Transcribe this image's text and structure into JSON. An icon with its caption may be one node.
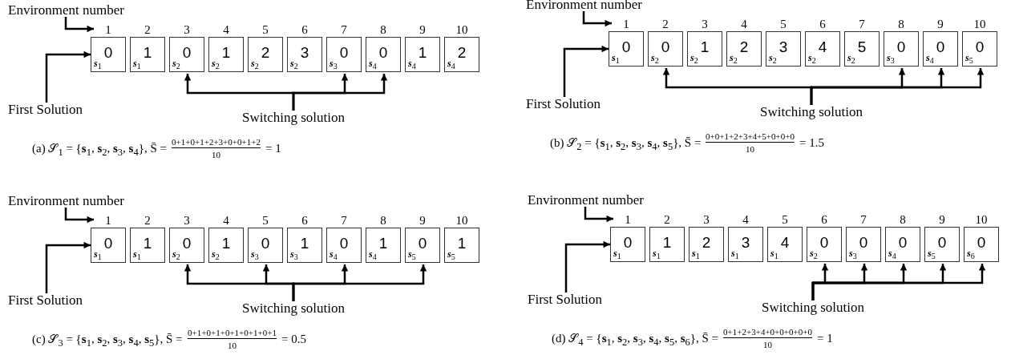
{
  "diagram": {
    "nodes": [
      {
        "text": [
          "Environment number"
        ]
      },
      {
        "text": [
          "0",
          "*s*$_{1}$"
        ],
        "beside": [
          "1"
        ]
      },
      {
        "text": [
          "1",
          "*s*$_{1}$"
        ],
        "beside": [
          "2"
        ]
      },
      {
        "text": [
          "0",
          "*s*$_{2}$"
        ],
        "beside": [
          "3"
        ]
      },
      {
        "text": [
          "1",
          "*s*$_{2}$"
        ],
        "beside": [
          "4"
        ]
      },
      {
        "text": [
          "2",
          "*s*$_{2}$"
        ],
        "beside": [
          "5"
        ]
      },
      {
        "text": [
          "3",
          "*s*$_{2}$"
        ],
        "beside": [
          "6"
        ]
      },
      {
        "text": [
          "0",
          "*s*$_{3}$"
        ],
        "beside": [
          "7"
        ]
      },
      {
        "text": [
          "0",
          "*s*$_{4}$"
        ],
        "beside": [
          "8"
        ]
      },
      {
        "text": [
          "1",
          "*s*$_{4}$"
        ],
        "beside": [
          "9"
        ]
      },
      {
        "text": [
          "2",
          "*s*$_{4}$"
        ],
        "beside": [
          "10"
        ]
      },
      {
        "text": [
          "First Solution"
        ]
      },
      {
        "text": [
          "Switching solution"
        ]
      },
      {
        "text": [
          "Environment number"
        ]
      },
      {
        "text": [
          "0",
          "*s*$_{1}$"
        ],
        "beside": [
          "1"
        ]
      },
      {
        "text": [
          "0",
          "*s*$_{2}$"
        ],
        "beside": [
          "2"
        ]
      },
      {
        "text": [
          "1",
          "*s*$_{2}$"
        ],
        "beside": [
          "3"
        ]
      },
      {
        "text": [
          "2",
          "*s*$_{2}$"
        ],
        "beside": [
          "4"
        ]
      },
      {
        "text": [
          "3",
          "*s*$_{2}$"
        ],
        "beside": [
          "5"
        ]
      },
      {
        "text": [
          "4",
          "*s*$_{2}$"
        ],
        "beside": [
          "6"
        ]
      },
      {
        "text": [
          "5",
          "*s*$_{2}$"
        ],
        "beside": [
          "7"
        ]
      },
      {
        "text": [
          "0",
          "*s*$_{3}$"
        ],
        "beside": [
          "8"
        ]
      },
      {
        "text": [
          "0",
          "*s*$_{4}$"
        ],
        "beside": [
          "9"
        ]
      },
      {
        "text": [
          "0",
          "*s*$_{5}$"
        ],
        "beside": [
          "10"
        ]
      },
      {
        "text": [
          "First Solution"
        ]
      },
      {
        "text": [
          "Switching solution"
        ]
      },
      {
        "text": [
          "Environment number"
        ]
      },
      {
        "text": [
          "0",
          "*s*$_{1}$"
        ],
        "beside": [
          "1"
        ]
      },
      {
        "text": [
          "1",
          "*s*$_{1}$"
        ],
        "beside": [
          "2"
        ]
      },
      {
        "text": [
          "0",
          "*s*$_{2}$"
        ],
        "beside": [
          "3"
        ]
      },
      {
        "text": [
          "1",
          "*s*$_{2}$"
        ],
        "beside": [
          "4"
        ]
      },
      {
        "text": [
          "0",
          "*s*$_{3}$"
        ],
        "beside": [
          "5"
        ]
      },
      {
        "text": [
          "1",
          "*s*$_{3}$"
        ],
        "beside": [
          "6"
        ]
      },
      {
        "text": [
          "0",
          "*s*$_{4}$"
        ],
        "beside": [
          "7"
        ]
      },
      {
        "text": [
          "1",
          "*s*$_{4}$"
        ],
        "beside": [
          "8"
        ]
      },
      {
        "text": [
          "0",
          "*s*$_{5}$"
        ],
        "beside": [
          "9"
        ]
      },
      {
        "text": [
          "1",
          "*s*$_{5}$"
        ],
        "beside": [
          "10"
        ]
      },
      {
        "text": [
          "First Solution"
        ]
      },
      {
        "text": [
          "Switching solution"
        ]
      },
      {
        "text": [
          "Environment number"
        ]
      },
      {
        "text": [
          "0",
          "*s*$_{1}$"
        ],
        "beside": [
          "1"
        ]
      },
      {
        "text": [
          "1",
          "*s*$_{1}$"
        ],
        "beside": [
          "2"
        ]
      },
      {
        "text": [
          "2",
          "*s*$_{1}$"
        ],
        "beside": [
          "3"
        ]
      },
      {
        "text": [
          "3",
          "*s*$_{1}$"
        ],
        "beside": [
          "4"
        ]
      },
      {
        "text": [
          "4",
          "*s*$_{1}$"
        ],
        "beside": [
          "5"
        ]
      },
      {
        "text": [
          "0",
          "*s*$_{2}$"
        ],
        "beside": [
          "6"
        ]
      },
      {
        "text": [
          "0",
          "*s*$_{3}$"
        ],
        "beside": [
          "7"
        ]
      },
      {
        "text": [
          "0",
          "*s*$_{4}$"
        ],
        "beside": [
          "8"
        ]
      },
      {
        "text": [
          "0",
          "*s*$_{5}$"
        ],
        "beside": [
          "9"
        ]
      },
      {
        "text": [
          "0",
          "*s*$_{6}$"
        ],
        "beside": [
          "10"
        ]
      },
      {
        "text": [
          "First Solution"
        ]
      },
      {
        "text": [
          "Switching solution"
        ]
      }
    ],
    "edges": [
      {
        "from": 0,
        "to": 1,
        "arrow": "to"
      },
      {
        "from": 11,
        "to": 1,
        "arrow": "to"
      },
      {
        "from": 12,
        "to": 3,
        "arrow": "to"
      },
      {
        "from": 12,
        "to": 7,
        "arrow": "to"
      },
      {
        "from": 12,
        "to": 8,
        "arrow": "to"
      },
      {
        "from": 13,
        "to": 14,
        "arrow": "to"
      },
      {
        "from": 24,
        "to": 14,
        "arrow": "to"
      },
      {
        "from": 25,
        "to": 15,
        "arrow": "to"
      },
      {
        "from": 25,
        "to": 21,
        "arrow": "to"
      },
      {
        "from": 25,
        "to": 22,
        "arrow": "to"
      },
      {
        "from": 25,
        "to": 23,
        "arrow": "to"
      },
      {
        "from": 26,
        "to": 27,
        "arrow": "to"
      },
      {
        "from": 37,
        "to": 27,
        "arrow": "to"
      },
      {
        "from": 38,
        "to": 29,
        "arrow": "to"
      },
      {
        "from": 38,
        "to": 31,
        "arrow": "to"
      },
      {
        "from": 38,
        "to": 33,
        "arrow": "to"
      },
      {
        "from": 38,
        "to": 35,
        "arrow": "to"
      },
      {
        "from": 39,
        "to": 40,
        "arrow": "to"
      },
      {
        "from": 50,
        "to": 40,
        "arrow": "to"
      },
      {
        "from": 51,
        "to": 45,
        "arrow": "to"
      },
      {
        "from": 51,
        "to": 46,
        "arrow": "to"
      },
      {
        "from": 51,
        "to": 47,
        "arrow": "to"
      },
      {
        "from": 51,
        "to": 48,
        "arrow": "to"
      },
      {
        "from": 51,
        "to": 49,
        "arrow": "to"
      }
    ],
    "labels": [
      "(a) 𝒮$_{1}$ = {**s**$_{1}$, **s**$_{2}$, **s**$_{3}$, **s**$_{4}$}, S̄ =",
      "0+1+0+1+2+3+0+0+1+2",
      "10",
      "= 1",
      "(b) 𝒮$_{2}$ = {**s**$_{1}$, **s**$_{2}$, **s**$_{3}$, **s**$_{4}$, **s**$_{5}$}, S̄ =",
      "0+0+1+2+3+4+5+0+0+0",
      "10",
      "= 1.5",
      "(c) 𝒮$_{3}$ = {**s**$_{1}$, **s**$_{2}$, **s**$_{3}$, **s**$_{4}$, **s**$_{5}$}, S̄ =",
      "0+1+0+1+0+1+0+1+0+1",
      "10",
      "= 0.5",
      "(d) 𝒮$_{4}$ = {**s**$_{1}$, **s**$_{2}$, **s**$_{3}$, **s**$_{4}$, **s**$_{5}$, **s**$_{6}$}, S̄ =",
      "0+1+2+3+4+0+0+0+0+0",
      "10",
      "= 1"
    ]
  }
}
